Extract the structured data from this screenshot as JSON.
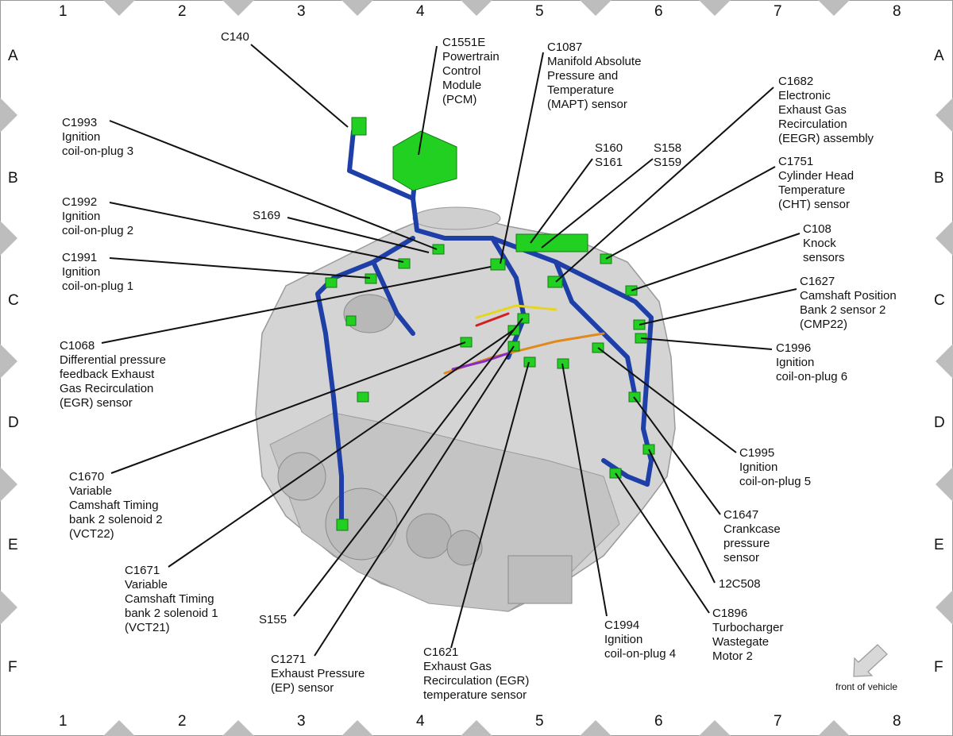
{
  "grid": {
    "columns": [
      "1",
      "2",
      "3",
      "4",
      "5",
      "6",
      "7",
      "8"
    ],
    "rows": [
      "A",
      "B",
      "C",
      "D",
      "E",
      "F"
    ]
  },
  "callouts": [
    {
      "id": "c140",
      "text": "C140"
    },
    {
      "id": "c1551e",
      "text": "C1551E\nPowertrain\nControl\nModule\n(PCM)"
    },
    {
      "id": "c1087",
      "text": "C1087\nManifold Absolute\nPressure and\nTemperature\n(MAPT) sensor"
    },
    {
      "id": "c1682",
      "text": "C1682\nElectronic\nExhaust Gas\nRecirculation\n(EEGR) assembly"
    },
    {
      "id": "c1993",
      "text": "C1993\nIgnition\ncoil-on-plug 3"
    },
    {
      "id": "s160",
      "text": "S160\nS161"
    },
    {
      "id": "s158",
      "text": "S158\nS159"
    },
    {
      "id": "c1751",
      "text": "C1751\nCylinder Head\nTemperature\n(CHT) sensor"
    },
    {
      "id": "c1992",
      "text": "C1992\nIgnition\ncoil-on-plug 2"
    },
    {
      "id": "s169",
      "text": "S169"
    },
    {
      "id": "c108",
      "text": "C108\nKnock\nsensors"
    },
    {
      "id": "c1991",
      "text": "C1991\nIgnition\ncoil-on-plug 1"
    },
    {
      "id": "c1627",
      "text": "C1627\nCamshaft Position\nBank 2 sensor 2\n(CMP22)"
    },
    {
      "id": "c1068",
      "text": "C1068\nDifferential pressure\nfeedback Exhaust\nGas Recirculation\n(EGR) sensor"
    },
    {
      "id": "c1996",
      "text": "C1996\nIgnition\ncoil-on-plug 6"
    },
    {
      "id": "c1995",
      "text": "C1995\nIgnition\ncoil-on-plug 5"
    },
    {
      "id": "c1670",
      "text": "C1670\nVariable\nCamshaft Timing\nbank 2 solenoid 2\n(VCT22)"
    },
    {
      "id": "c1647",
      "text": "C1647\nCrankcase\npressure\nsensor"
    },
    {
      "id": "c1671",
      "text": "C1671\nVariable\nCamshaft Timing\nbank 2 solenoid 1\n(VCT21)"
    },
    {
      "id": "c12c508",
      "text": "12C508"
    },
    {
      "id": "s155",
      "text": "S155"
    },
    {
      "id": "c1896",
      "text": "C1896\nTurbocharger\nWastegate\nMotor 2"
    },
    {
      "id": "c1994",
      "text": "C1994\nIgnition\ncoil-on-plug 4"
    },
    {
      "id": "c1271",
      "text": "C1271\nExhaust Pressure\n(EP) sensor"
    },
    {
      "id": "c1621",
      "text": "C1621\nExhaust Gas\nRecirculation (EGR)\ntemperature sensor"
    }
  ],
  "orientation": {
    "text": "front of vehicle"
  },
  "colors": {
    "harness": "#1e3fa8",
    "connector": "#22d022",
    "engine": "#c9c9c9",
    "border_marker": "#bdbdbd"
  }
}
